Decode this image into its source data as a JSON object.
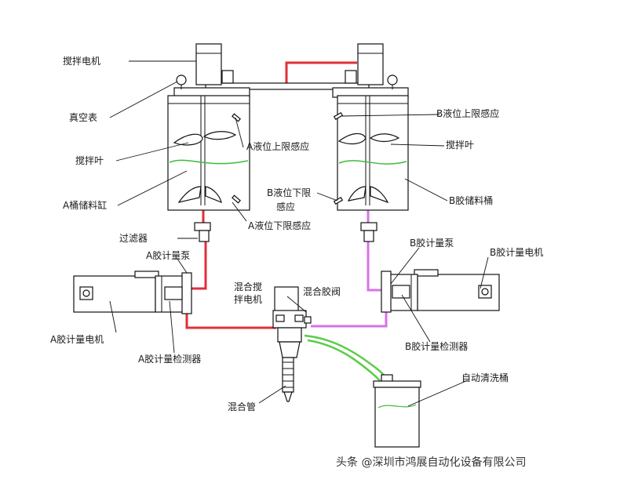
{
  "labels": {
    "stir_motor": "搅拌电机",
    "vacuum_gauge": "真空表",
    "stir_blade_a": "搅拌叶",
    "a_tank": "A桶储料缸",
    "a_upper_sensor": "A液位上限感应",
    "a_lower_sensor": "A液位下限感应",
    "b_upper_sensor": "B液位上限感应",
    "b_lower_sensor_1": "B液位下限",
    "b_lower_sensor_2": "感应",
    "stir_blade_b": "搅拌叶",
    "b_tank": "B胶储料桶",
    "filter": "过滤器",
    "a_pump": "A胶计量泵",
    "a_pump_motor": "A胶计量电机",
    "a_pump_detector": "A胶计量检测器",
    "mix_motor_1": "混合搅",
    "mix_motor_2": "拌电机",
    "mix_valve": "混合胶阀",
    "b_pump": "B胶计量泵",
    "b_pump_motor": "B胶计量电机",
    "b_pump_detector": "B胶计量检测器",
    "auto_clean_tank": "自动清洗桶",
    "mixing_tube": "混合管"
  },
  "watermark": "头条 @深圳市鸿展自动化设备有限公司",
  "colors": {
    "line_a": "#e0303a",
    "line_b": "#d872e8",
    "line_clean": "#5ccc4a",
    "fluid": "#3dbb3d",
    "outline": "#111111"
  }
}
